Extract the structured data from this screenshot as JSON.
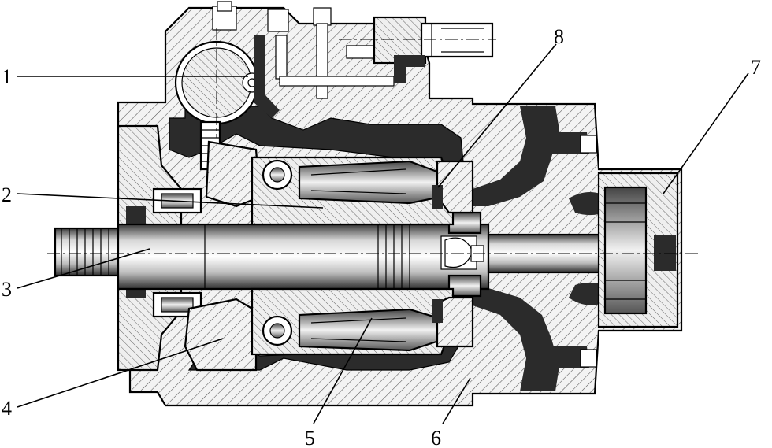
{
  "callouts": [
    {
      "id": "1",
      "text": "1"
    },
    {
      "id": "2",
      "text": "2"
    },
    {
      "id": "3",
      "text": "3"
    },
    {
      "id": "4",
      "text": "4"
    },
    {
      "id": "5",
      "text": "5"
    },
    {
      "id": "6",
      "text": "6"
    },
    {
      "id": "7",
      "text": "7"
    },
    {
      "id": "8",
      "text": "8"
    }
  ],
  "colors": {
    "ink": "#000000",
    "dark_fill": "#2b2b2b",
    "mid_fill": "#9a9a9a",
    "light_fill": "#e6e6e6",
    "background": "#ffffff"
  }
}
